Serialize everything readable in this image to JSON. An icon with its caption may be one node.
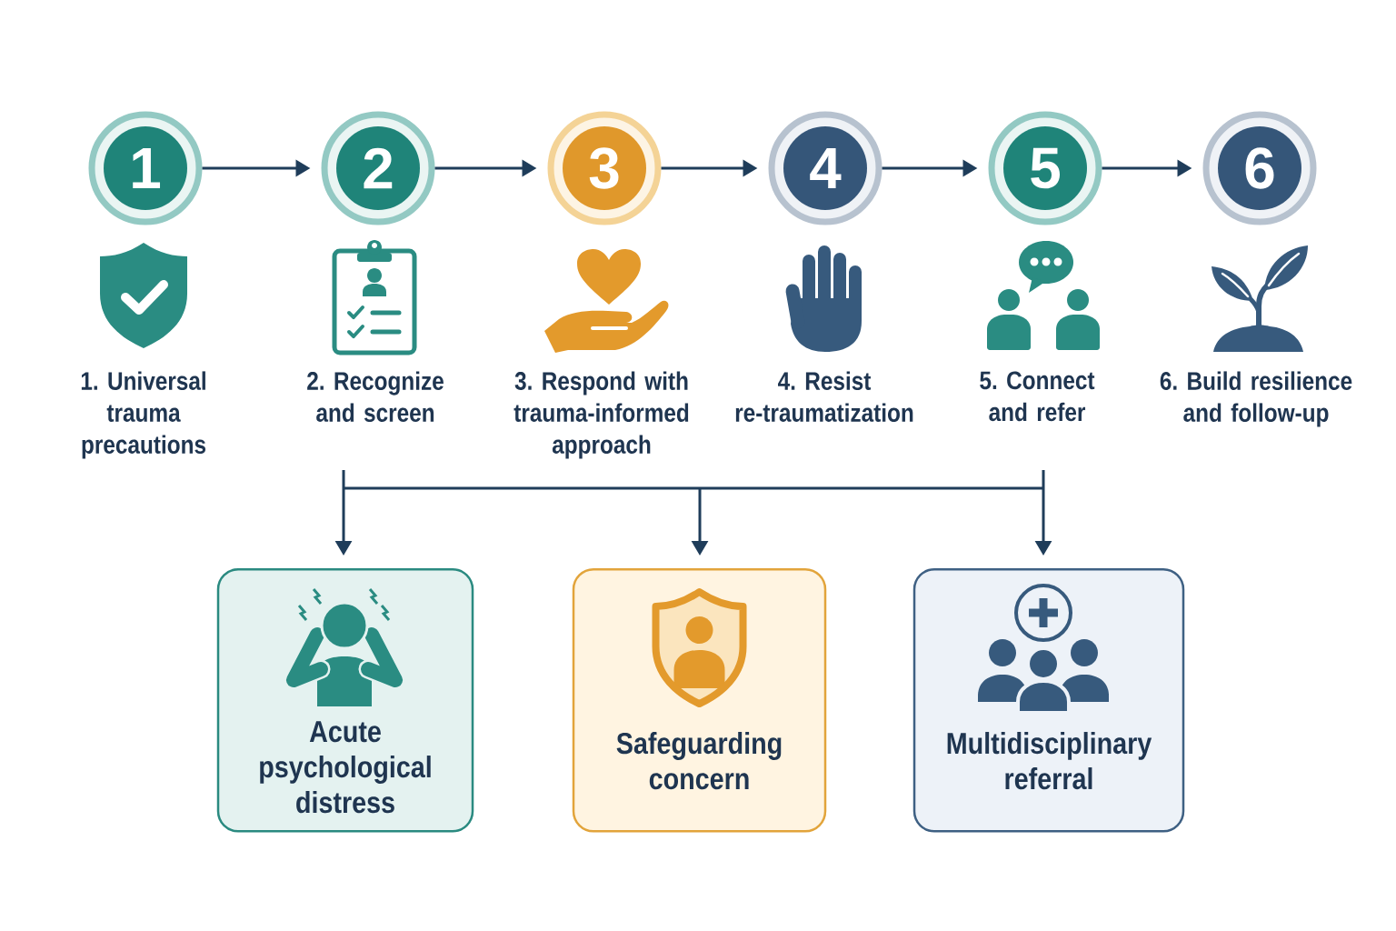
{
  "diagram": {
    "nodes": [
      {
        "text": [
          "1"
        ]
      },
      {
        "text": [
          "2"
        ]
      },
      {
        "text": [
          "3"
        ]
      },
      {
        "text": [
          "4"
        ]
      },
      {
        "text": [
          "5"
        ]
      },
      {
        "text": [
          "6"
        ]
      },
      {
        "text": [
          "Acute psychological distress"
        ]
      },
      {
        "text": [
          "Safeguarding concern"
        ]
      },
      {
        "text": [
          "Multidisciplinary referral"
        ]
      }
    ],
    "edges": [
      {
        "from": 0,
        "to": 1,
        "arrow": "to"
      },
      {
        "from": 1,
        "to": 2,
        "arrow": "to"
      },
      {
        "from": 2,
        "to": 3,
        "arrow": "to"
      },
      {
        "from": 3,
        "to": 4,
        "arrow": "to"
      },
      {
        "from": 4,
        "to": 5,
        "arrow": "to"
      },
      {
        "from": null,
        "to": 6,
        "arrow": "to"
      },
      {
        "from": null,
        "to": 7,
        "arrow": "to"
      },
      {
        "from": null,
        "to": 8,
        "arrow": "to"
      }
    ],
    "labels": [
      "1. Universal trauma precautions",
      "2. Recognize and screen",
      "3. Respond with trauma-informed approach",
      "4. Resist re-traumatization",
      "5. Connect and refer",
      "6. Build resilience and follow-up"
    ]
  }
}
